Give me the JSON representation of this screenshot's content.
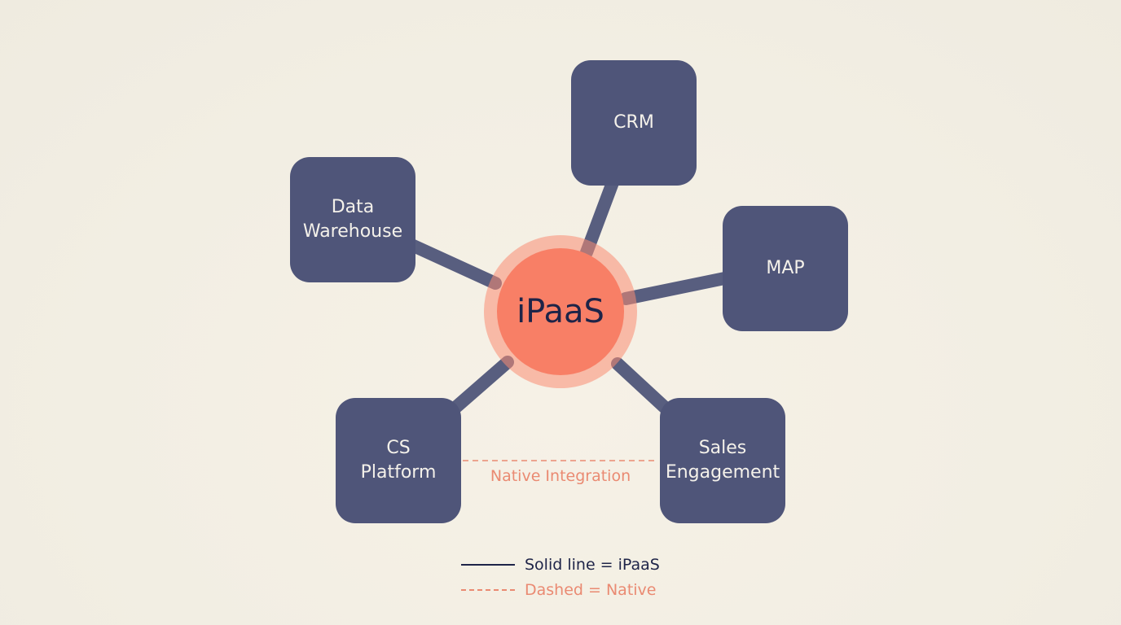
{
  "hub": {
    "label": "iPaaS"
  },
  "nodes": {
    "crm": {
      "lines": [
        "CRM"
      ]
    },
    "data_warehouse": {
      "lines": [
        "Data",
        "Warehouse"
      ]
    },
    "map": {
      "lines": [
        "MAP"
      ]
    },
    "cs_platform": {
      "lines": [
        "CS",
        "Platform"
      ]
    },
    "sales_engagement": {
      "lines": [
        "Sales",
        "Engagement"
      ]
    }
  },
  "native_connection": {
    "label": "Native Integration"
  },
  "legend": {
    "solid": "Solid line = iPaaS",
    "dashed": "Dashed = Native"
  },
  "colors": {
    "background": "#f3efe4",
    "node": "#4f5579",
    "hub": "#f87f66",
    "hub_halo": "#f9b5a3",
    "solid_line": "#4f5579",
    "dashed_line": "#ea8a72",
    "text_dark": "#1e2448"
  }
}
